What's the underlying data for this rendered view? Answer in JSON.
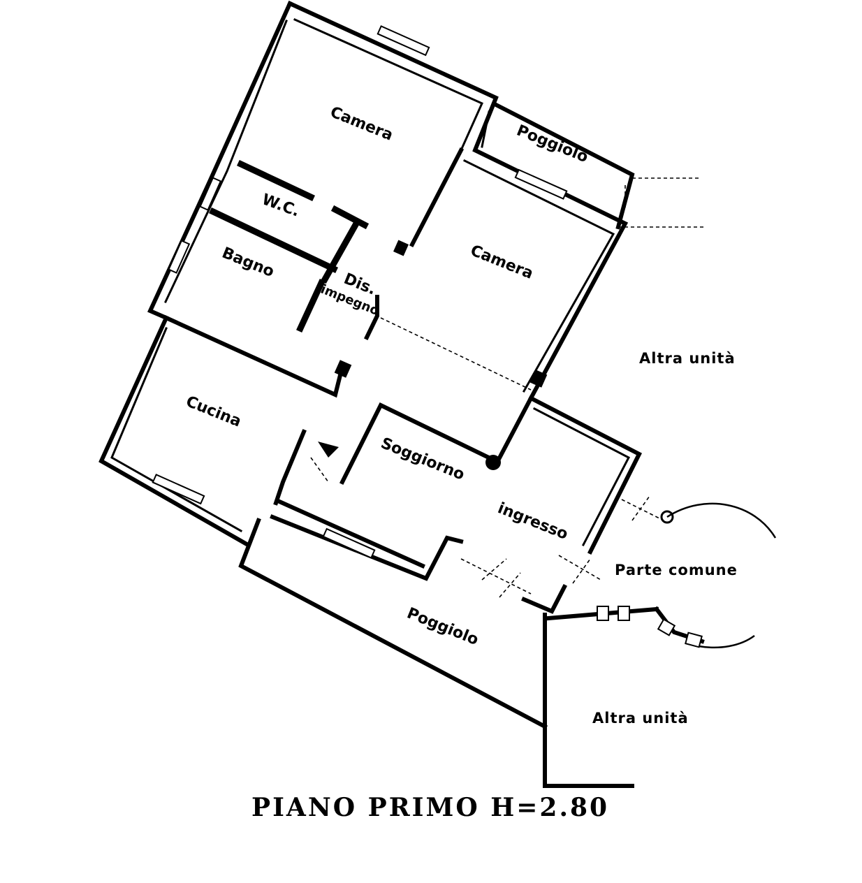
{
  "plan": {
    "rooms": {
      "camera_top": "Camera",
      "poggiolo_top": "Poggiolo",
      "wc": "W.C.",
      "camera_right": "Camera",
      "bagno": "Bagno",
      "disimpegno_line1": "Dis.",
      "disimpegno_line2": "impegno",
      "cucina": "Cucina",
      "soggiorno": "Soggiorno",
      "ingresso": "ingresso",
      "poggiolo_bottom": "Poggiolo"
    },
    "surroundings": {
      "altra_unita_top": "Altra unità",
      "parte_comune": "Parte comune",
      "altra_unita_bottom": "Altra unità"
    },
    "footer": {
      "floor_label": "PIANO PRIMO H=2.80"
    }
  }
}
